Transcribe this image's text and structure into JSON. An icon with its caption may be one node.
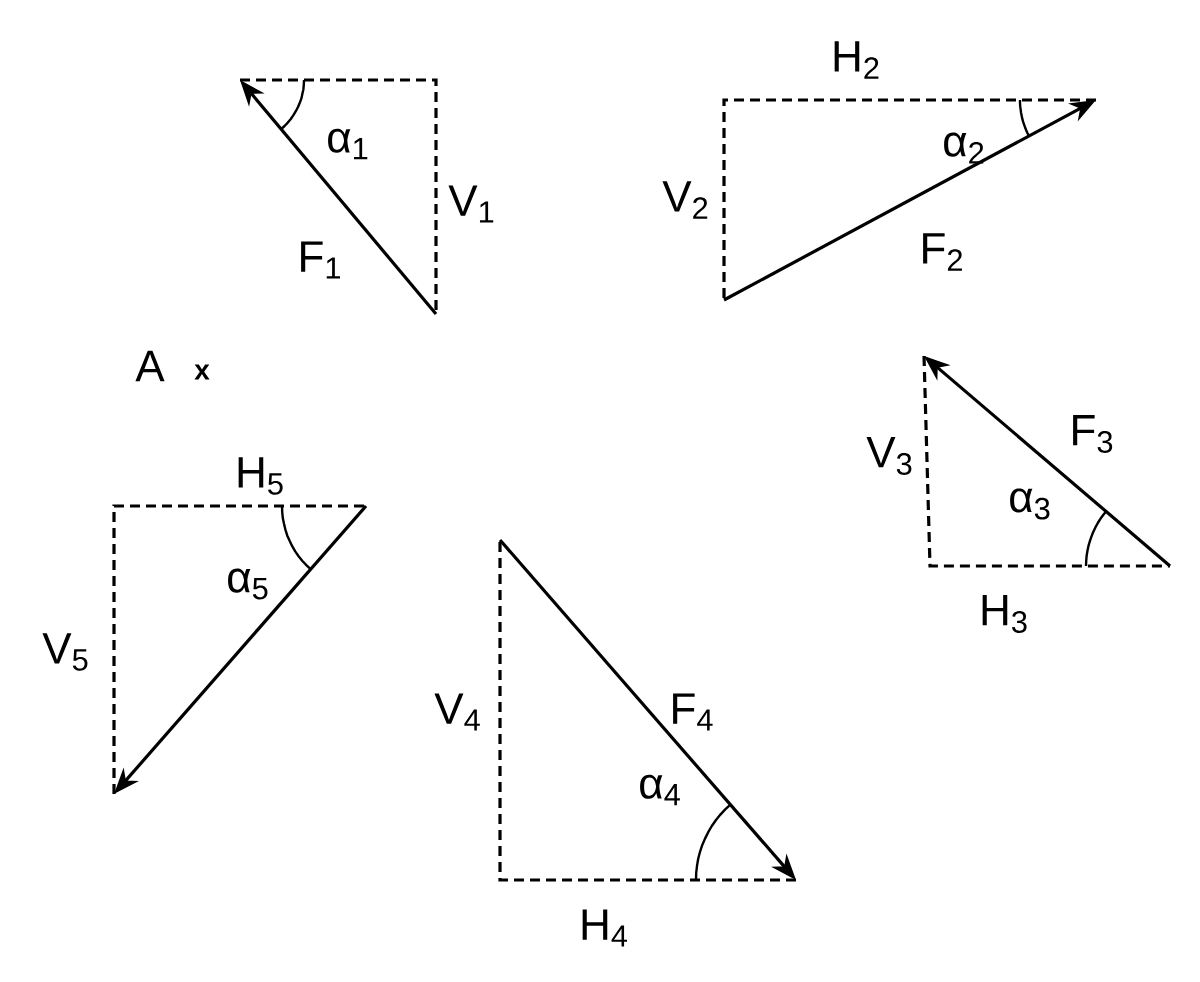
{
  "diagram": {
    "labels": [
      "α$_{1}$",
      "V$_{1}$",
      "F$_{1}$",
      "H$_{2}$",
      "V$_{2}$",
      "α$_{2}$",
      "F$_{2}$",
      "A",
      "x",
      "H$_{5}$",
      "V$_{3}$",
      "F$_{3}$",
      "α$_{3}$",
      "H$_{3}$",
      "V$_{5}$",
      "α$_{5}$",
      "F$_{4}$",
      "V$_{4}$",
      "α$_{4}$",
      "H$_{4}$"
    ]
  }
}
